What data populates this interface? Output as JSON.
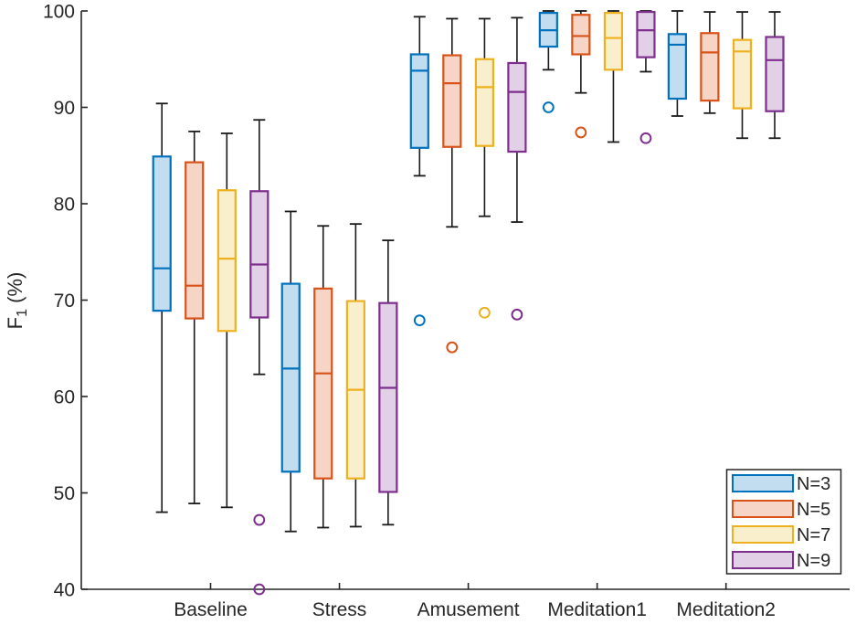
{
  "figure": {
    "background_color": "#ffffff",
    "axis_color": "#262626",
    "whisker_color": "#1a1a1a"
  },
  "chart_data": {
    "type": "boxplot",
    "title": "",
    "xlabel": "",
    "ylabel": {
      "main": "F",
      "sub": "1",
      "rest": " (%)"
    },
    "ylim": [
      40,
      100
    ],
    "yticks": [
      40,
      50,
      60,
      70,
      80,
      90,
      100
    ],
    "grid": false,
    "legend": {
      "position": "bottom-right",
      "entries": [
        "N=3",
        "N=5",
        "N=7",
        "N=9"
      ]
    },
    "categories": [
      "Baseline",
      "Stress",
      "Amusement",
      "Meditation1",
      "Meditation2"
    ],
    "series": [
      {
        "name": "N=3",
        "color": "#0072BD",
        "fill": "#C2DCF0",
        "boxes": [
          {
            "category": "Baseline",
            "whisker_low": 48.0,
            "q1": 68.9,
            "median": 73.3,
            "q3": 84.9,
            "whisker_high": 90.4,
            "outliers": []
          },
          {
            "category": "Stress",
            "whisker_low": 46.0,
            "q1": 52.2,
            "median": 62.9,
            "q3": 71.7,
            "whisker_high": 79.2,
            "outliers": []
          },
          {
            "category": "Amusement",
            "whisker_low": 82.9,
            "q1": 85.8,
            "median": 93.8,
            "q3": 95.5,
            "whisker_high": 99.4,
            "outliers": [
              67.9
            ]
          },
          {
            "category": "Meditation1",
            "whisker_low": 93.9,
            "q1": 96.3,
            "median": 98.0,
            "q3": 99.8,
            "whisker_high": 100,
            "outliers": [
              90.0
            ]
          },
          {
            "category": "Meditation2",
            "whisker_low": 89.1,
            "q1": 90.9,
            "median": 96.5,
            "q3": 97.6,
            "whisker_high": 100,
            "outliers": []
          }
        ]
      },
      {
        "name": "N=5",
        "color": "#D95319",
        "fill": "#F6D5C6",
        "boxes": [
          {
            "category": "Baseline",
            "whisker_low": 48.9,
            "q1": 68.1,
            "median": 71.5,
            "q3": 84.3,
            "whisker_high": 87.5,
            "outliers": []
          },
          {
            "category": "Stress",
            "whisker_low": 46.4,
            "q1": 51.5,
            "median": 62.4,
            "q3": 71.2,
            "whisker_high": 77.7,
            "outliers": []
          },
          {
            "category": "Amusement",
            "whisker_low": 77.6,
            "q1": 85.9,
            "median": 92.5,
            "q3": 95.4,
            "whisker_high": 99.2,
            "outliers": [
              65.1
            ]
          },
          {
            "category": "Meditation1",
            "whisker_low": 91.5,
            "q1": 95.5,
            "median": 97.4,
            "q3": 99.6,
            "whisker_high": 100,
            "outliers": [
              87.4
            ]
          },
          {
            "category": "Meditation2",
            "whisker_low": 89.4,
            "q1": 90.7,
            "median": 95.7,
            "q3": 97.7,
            "whisker_high": 99.9,
            "outliers": []
          }
        ]
      },
      {
        "name": "N=7",
        "color": "#EDB120",
        "fill": "#FAEFCD",
        "boxes": [
          {
            "category": "Baseline",
            "whisker_low": 48.5,
            "q1": 66.8,
            "median": 74.3,
            "q3": 81.4,
            "whisker_high": 87.3,
            "outliers": []
          },
          {
            "category": "Stress",
            "whisker_low": 46.5,
            "q1": 51.5,
            "median": 60.7,
            "q3": 69.9,
            "whisker_high": 77.9,
            "outliers": []
          },
          {
            "category": "Amusement",
            "whisker_low": 78.7,
            "q1": 86.0,
            "median": 92.1,
            "q3": 95.0,
            "whisker_high": 99.2,
            "outliers": [
              68.7
            ]
          },
          {
            "category": "Meditation1",
            "whisker_low": 86.4,
            "q1": 93.9,
            "median": 97.2,
            "q3": 99.8,
            "whisker_high": 100,
            "outliers": []
          },
          {
            "category": "Meditation2",
            "whisker_low": 86.8,
            "q1": 89.9,
            "median": 95.8,
            "q3": 97.0,
            "whisker_high": 99.9,
            "outliers": []
          }
        ]
      },
      {
        "name": "N=9",
        "color": "#7E2F8E",
        "fill": "#E2D0E7",
        "boxes": [
          {
            "category": "Baseline",
            "whisker_low": 62.3,
            "q1": 68.2,
            "median": 73.7,
            "q3": 81.3,
            "whisker_high": 88.7,
            "outliers": [
              47.2,
              40.0
            ]
          },
          {
            "category": "Stress",
            "whisker_low": 46.7,
            "q1": 50.1,
            "median": 60.9,
            "q3": 69.7,
            "whisker_high": 76.2,
            "outliers": []
          },
          {
            "category": "Amusement",
            "whisker_low": 78.1,
            "q1": 85.4,
            "median": 91.6,
            "q3": 94.6,
            "whisker_high": 99.3,
            "outliers": [
              68.5
            ]
          },
          {
            "category": "Meditation1",
            "whisker_low": 93.7,
            "q1": 95.2,
            "median": 98.0,
            "q3": 99.9,
            "whisker_high": 100,
            "outliers": [
              86.8
            ]
          },
          {
            "category": "Meditation2",
            "whisker_low": 86.8,
            "q1": 89.6,
            "median": 94.9,
            "q3": 97.3,
            "whisker_high": 99.9,
            "outliers": []
          }
        ]
      }
    ]
  }
}
